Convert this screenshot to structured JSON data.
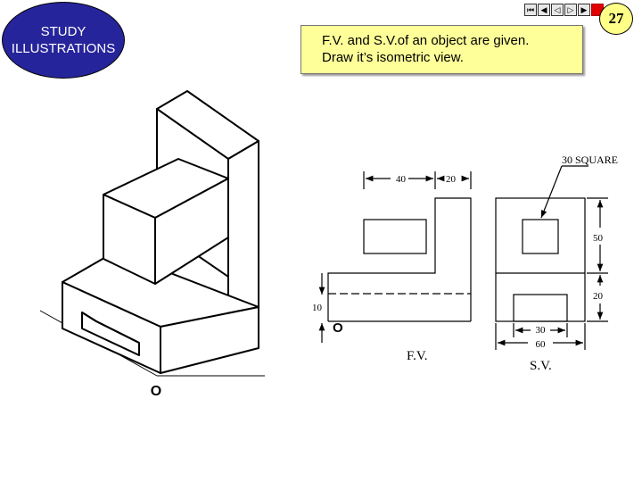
{
  "badge": {
    "line1": "STUDY",
    "line2": "ILLUSTRATIONS",
    "color": "#26249a"
  },
  "title": {
    "line1": "F.V. and S.V.of  an object are given.",
    "line2": "Draw it’s isometric view.",
    "background": "#ffff99"
  },
  "slide_number": "27",
  "nav": [
    {
      "name": "first-slide-icon",
      "glyph": "⏮"
    },
    {
      "name": "previous-slide-icon",
      "glyph": "◀"
    },
    {
      "name": "back-icon",
      "glyph": "◁"
    },
    {
      "name": "forward-icon",
      "glyph": "▷"
    },
    {
      "name": "next-slide-icon",
      "glyph": "▶"
    },
    {
      "name": "end-show-icon",
      "glyph": "■"
    }
  ],
  "isometric": {
    "origin_label": "O"
  },
  "front_view": {
    "caption": "F.V.",
    "origin_label": "O",
    "dim_40": "40",
    "dim_20": "20",
    "dim_10": "10"
  },
  "side_view": {
    "caption": "S.V.",
    "square_note": "30 SQUARE",
    "dim_50": "50",
    "dim_20": "20",
    "dim_30": "30",
    "dim_60": "60"
  }
}
